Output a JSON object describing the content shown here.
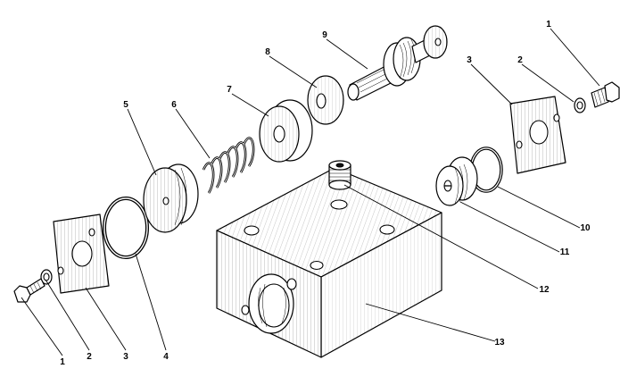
{
  "diagram": {
    "callouts": [
      {
        "id": "c1a",
        "label": "1"
      },
      {
        "id": "c2a",
        "label": "2"
      },
      {
        "id": "c3a",
        "label": "3"
      },
      {
        "id": "c4",
        "label": "4"
      },
      {
        "id": "c5",
        "label": "5"
      },
      {
        "id": "c6",
        "label": "6"
      },
      {
        "id": "c7",
        "label": "7"
      },
      {
        "id": "c8",
        "label": "8"
      },
      {
        "id": "c9",
        "label": "9"
      },
      {
        "id": "c1b",
        "label": "1"
      },
      {
        "id": "c2b",
        "label": "2"
      },
      {
        "id": "c3b",
        "label": "3"
      },
      {
        "id": "c10",
        "label": "10"
      },
      {
        "id": "c11",
        "label": "11"
      },
      {
        "id": "c12",
        "label": "12"
      },
      {
        "id": "c13",
        "label": "13"
      }
    ]
  }
}
